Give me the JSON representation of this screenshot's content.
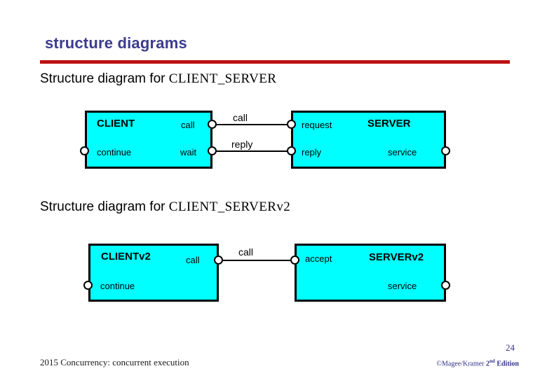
{
  "slide": {
    "title": "structure diagrams",
    "accent_rule_color": "#bb1111",
    "title_color": "#3b3b8f",
    "box_fill_color": "#00ffff",
    "box_border_color": "#000000"
  },
  "sections": [
    {
      "caption_prefix": "Structure diagram for ",
      "caption_mono": "CLIENT_SERVER"
    },
    {
      "caption_prefix": "Structure diagram for ",
      "caption_mono": "CLIENT_SERVERv2"
    }
  ],
  "diagram1": {
    "left_box": {
      "name": "CLIENT",
      "ports": [
        {
          "label": "call"
        },
        {
          "label": "wait"
        },
        {
          "label": "continue"
        }
      ]
    },
    "right_box": {
      "name": "SERVER",
      "ports": [
        {
          "label": "request"
        },
        {
          "label": "reply"
        },
        {
          "label": "service"
        }
      ]
    },
    "links": [
      {
        "label": "call"
      },
      {
        "label": "reply"
      }
    ]
  },
  "diagram2": {
    "left_box": {
      "name": "CLIENTv2",
      "ports": [
        {
          "label": "call"
        },
        {
          "label": "continue"
        }
      ]
    },
    "right_box": {
      "name": "SERVERv2",
      "ports": [
        {
          "label": "accept"
        },
        {
          "label": "service"
        }
      ]
    },
    "links": [
      {
        "label": "call"
      }
    ]
  },
  "footer": {
    "left_text": "2015  Concurrency: concurrent execution",
    "page_number": "24",
    "copyright": "©Magee/Kramer ",
    "edition_num": "2",
    "edition_sup": "nd",
    "edition_word": " Edition"
  }
}
